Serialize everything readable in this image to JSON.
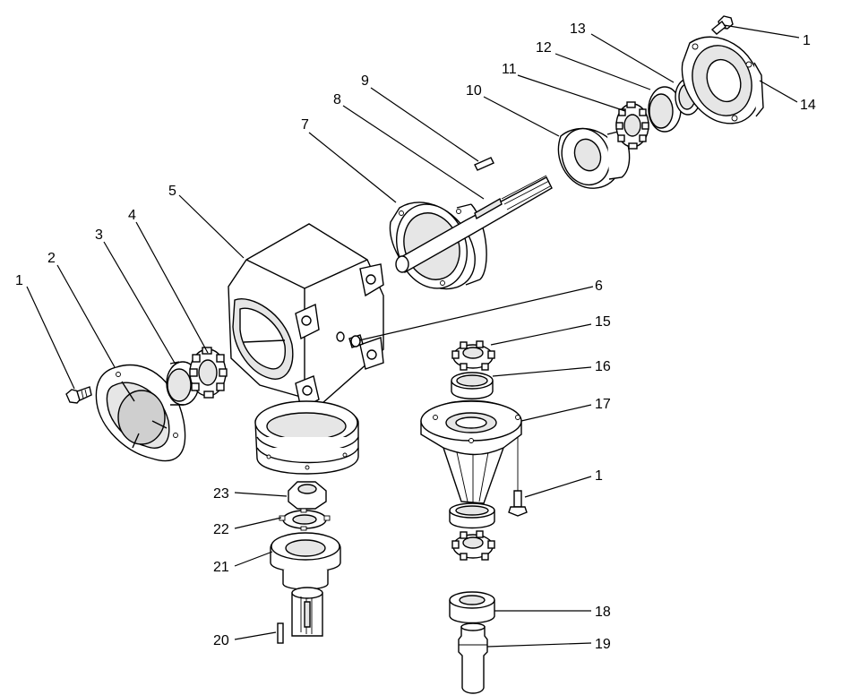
{
  "callouts": [
    {
      "id": "c1a",
      "text": "1"
    },
    {
      "id": "c1b",
      "text": "1"
    },
    {
      "id": "c1c",
      "text": "1"
    },
    {
      "id": "c2",
      "text": "2"
    },
    {
      "id": "c3",
      "text": "3"
    },
    {
      "id": "c4",
      "text": "4"
    },
    {
      "id": "c5",
      "text": "5"
    },
    {
      "id": "c6",
      "text": "6"
    },
    {
      "id": "c7",
      "text": "7"
    },
    {
      "id": "c8",
      "text": "8"
    },
    {
      "id": "c9",
      "text": "9"
    },
    {
      "id": "c10",
      "text": "10"
    },
    {
      "id": "c11",
      "text": "11"
    },
    {
      "id": "c12",
      "text": "12"
    },
    {
      "id": "c13",
      "text": "13"
    },
    {
      "id": "c14",
      "text": "14"
    },
    {
      "id": "c15",
      "text": "15"
    },
    {
      "id": "c16",
      "text": "16"
    },
    {
      "id": "c17",
      "text": "17"
    },
    {
      "id": "c18",
      "text": "18"
    },
    {
      "id": "c19",
      "text": "19"
    },
    {
      "id": "c20",
      "text": "20"
    },
    {
      "id": "c21",
      "text": "21"
    },
    {
      "id": "c22",
      "text": "22"
    },
    {
      "id": "c23",
      "text": "23"
    }
  ]
}
